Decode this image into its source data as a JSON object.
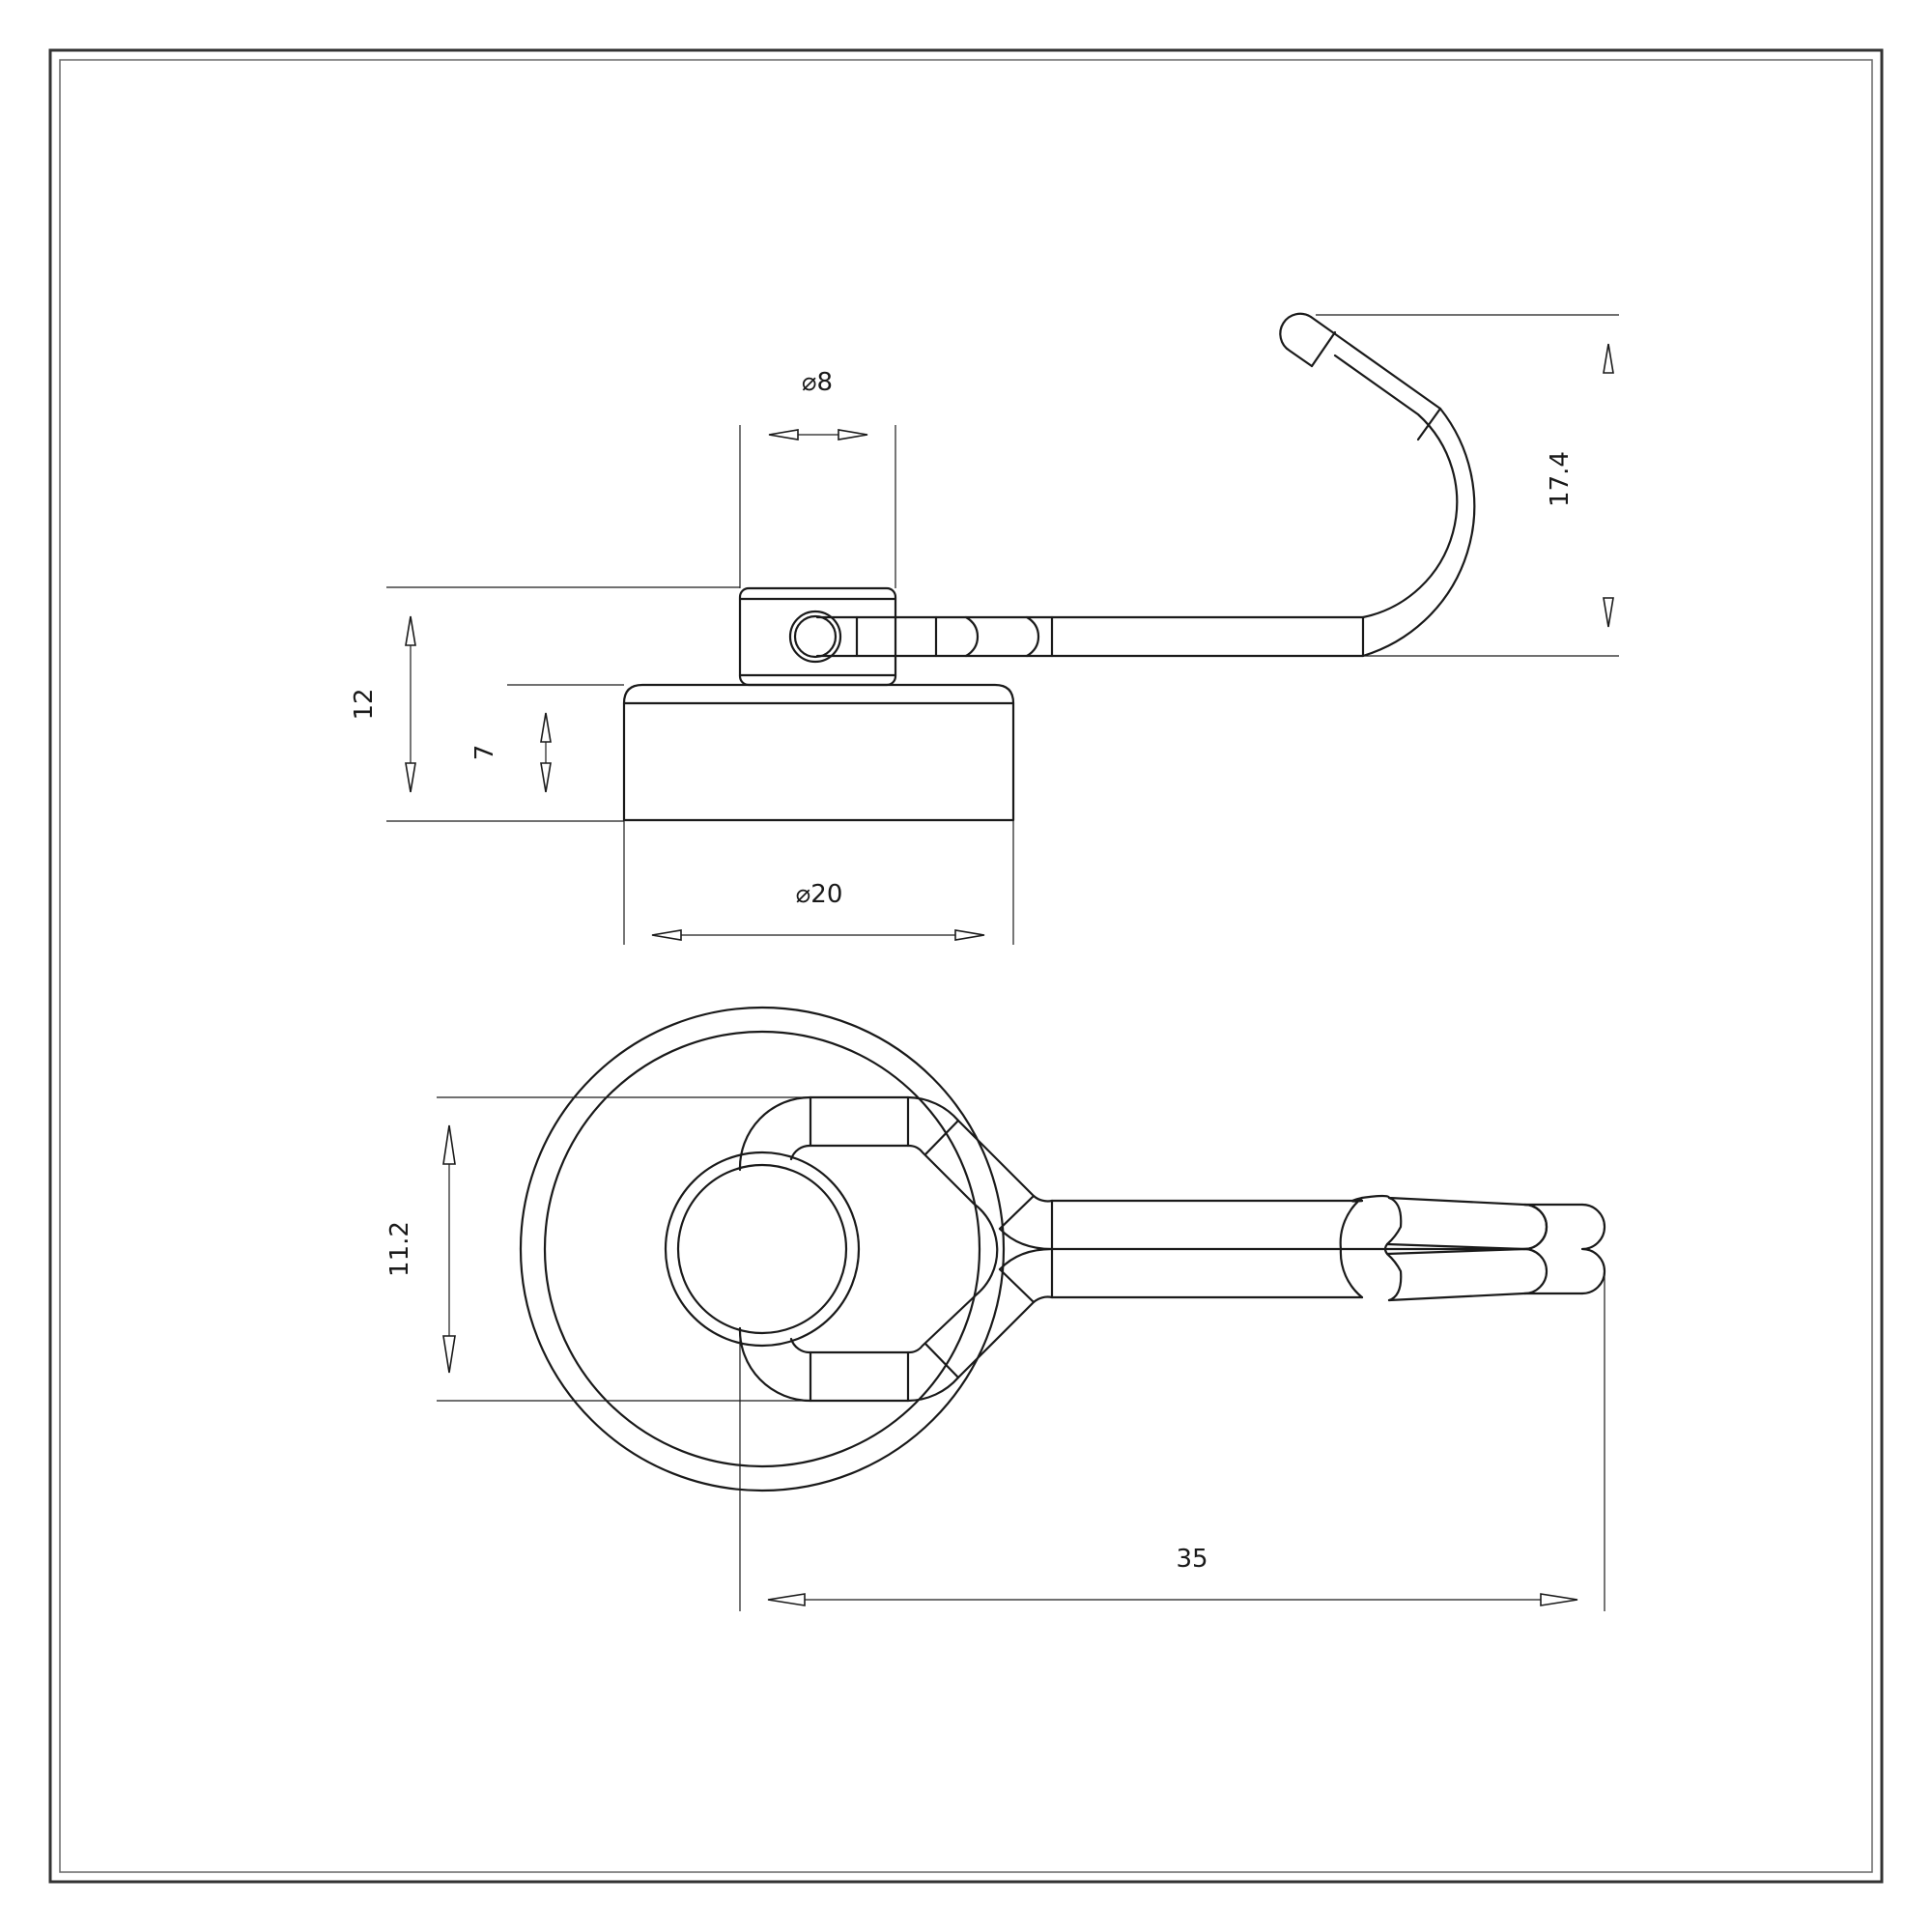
{
  "drawing": {
    "side_view": {
      "label_shank_diameter": "⌀8",
      "label_base_diameter": "⌀20",
      "label_total_height": "12",
      "label_magnet_height": "7",
      "label_hook_height": "17.4"
    },
    "top_view": {
      "label_ring_width": "11.2",
      "label_length": "35"
    }
  },
  "colors": {
    "ink": "#1a1a1a",
    "paper": "#ffffff"
  }
}
